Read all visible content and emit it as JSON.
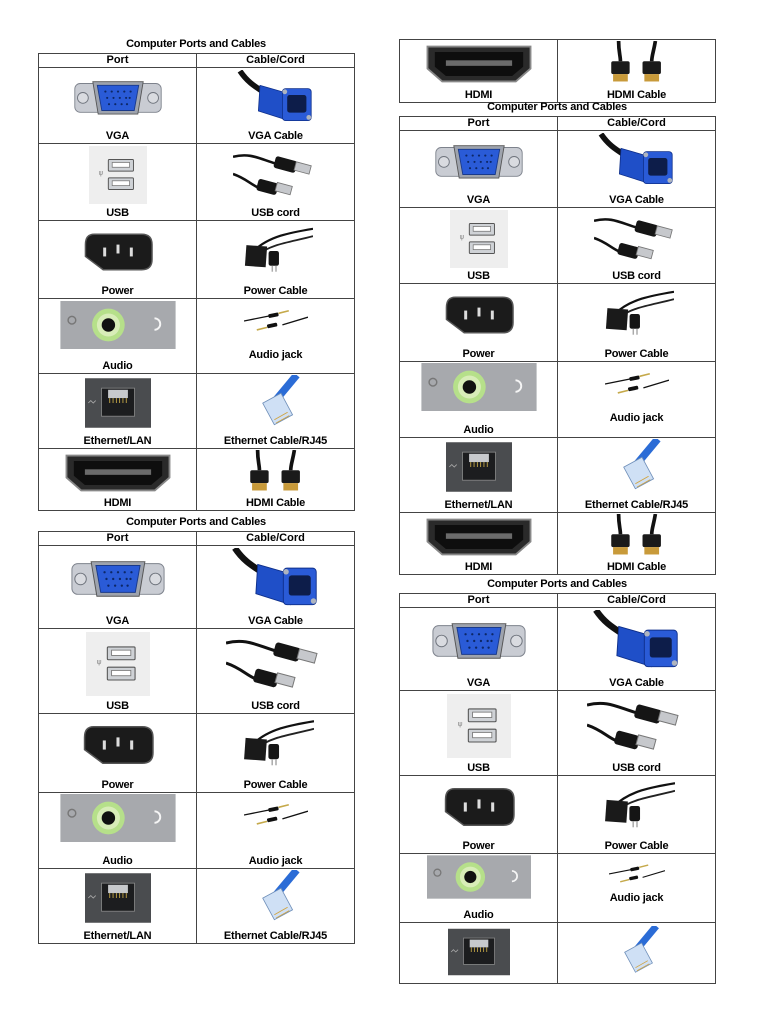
{
  "sheet_title": "Computer Ports and Cables",
  "headers": {
    "port": "Port",
    "cable": "Cable/Cord"
  },
  "rows": {
    "vga": {
      "port": "VGA",
      "cable": "VGA Cable"
    },
    "usb": {
      "port": "USB",
      "cable": "USB cord"
    },
    "power": {
      "port": "Power",
      "cable": "Power Cable"
    },
    "audio": {
      "port": "Audio",
      "cable": "Audio jack"
    },
    "ethernet": {
      "port": "Ethernet/LAN",
      "cable": "Ethernet Cable/RJ45"
    },
    "hdmi": {
      "port": "HDMI",
      "cable": "HDMI Cable"
    }
  },
  "icons": [
    "vga-port-icon",
    "vga-cable-icon",
    "usb-port-icon",
    "usb-cord-icon",
    "power-port-icon",
    "power-cable-icon",
    "audio-port-icon",
    "audio-jack-icon",
    "ethernet-port-icon",
    "ethernet-cable-icon",
    "hdmi-port-icon",
    "hdmi-cable-icon"
  ],
  "colors": {
    "vga_blue": "#2a5bd7",
    "cable_blue": "#1f4fc8",
    "ethernet_blue": "#2b6cd6",
    "audio_green": "#b6e08a"
  }
}
